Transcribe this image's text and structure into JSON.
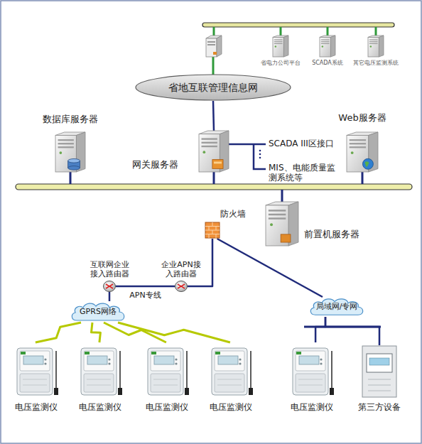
{
  "diagram": {
    "nodes": [
      {
        "text": [
          "省电力公司平台"
        ]
      },
      {
        "text": [
          "SCADA系统"
        ]
      },
      {
        "text": [
          "其它电压监测系统"
        ]
      },
      {
        "text": [
          "省地互联管理信息网"
        ]
      },
      {
        "text": [
          "数据库服务器"
        ]
      },
      {
        "text": [
          "网关服务器"
        ]
      },
      {
        "text": [
          "Web服务器"
        ]
      },
      {
        "text": [
          "防火墙"
        ]
      },
      {
        "text": [
          "前置机服务器"
        ]
      },
      {
        "text": [
          "互联网企业接入路由器"
        ]
      },
      {
        "text": [
          "企业APN接入路由器"
        ]
      },
      {
        "text": [
          "GPRS网络"
        ]
      },
      {
        "text": [
          "局域网/专网"
        ]
      },
      {
        "text": [
          "电压监测仪"
        ]
      },
      {
        "text": [
          "电压监测仪"
        ]
      },
      {
        "text": [
          "电压监测仪"
        ]
      },
      {
        "text": [
          "电压监测仪"
        ]
      },
      {
        "text": [
          "电压监测仪"
        ]
      },
      {
        "text": [
          "第三方设备"
        ]
      }
    ],
    "edges": [
      {
        "from": 3,
        "to": 5,
        "arrow": "none"
      },
      {
        "from": 7,
        "to": 10,
        "arrow": "none"
      },
      {
        "from": 7,
        "to": 12,
        "arrow": "none"
      },
      {
        "from": 9,
        "to": 10,
        "label": "APN专线",
        "arrow": "none"
      },
      {
        "from": 9,
        "to": 11,
        "arrow": "none"
      },
      {
        "from": 11,
        "to": 13,
        "arrow": "none"
      },
      {
        "from": 11,
        "to": 14,
        "arrow": "none"
      },
      {
        "from": 11,
        "to": 15,
        "arrow": "none"
      },
      {
        "from": 11,
        "to": 16,
        "arrow": "none"
      },
      {
        "from": 12,
        "to": 17,
        "arrow": "none"
      },
      {
        "from": 12,
        "to": 18,
        "arrow": "none"
      }
    ],
    "labels": [
      "SCADA III区接口",
      "MIS、电能质量监测系统等"
    ]
  }
}
